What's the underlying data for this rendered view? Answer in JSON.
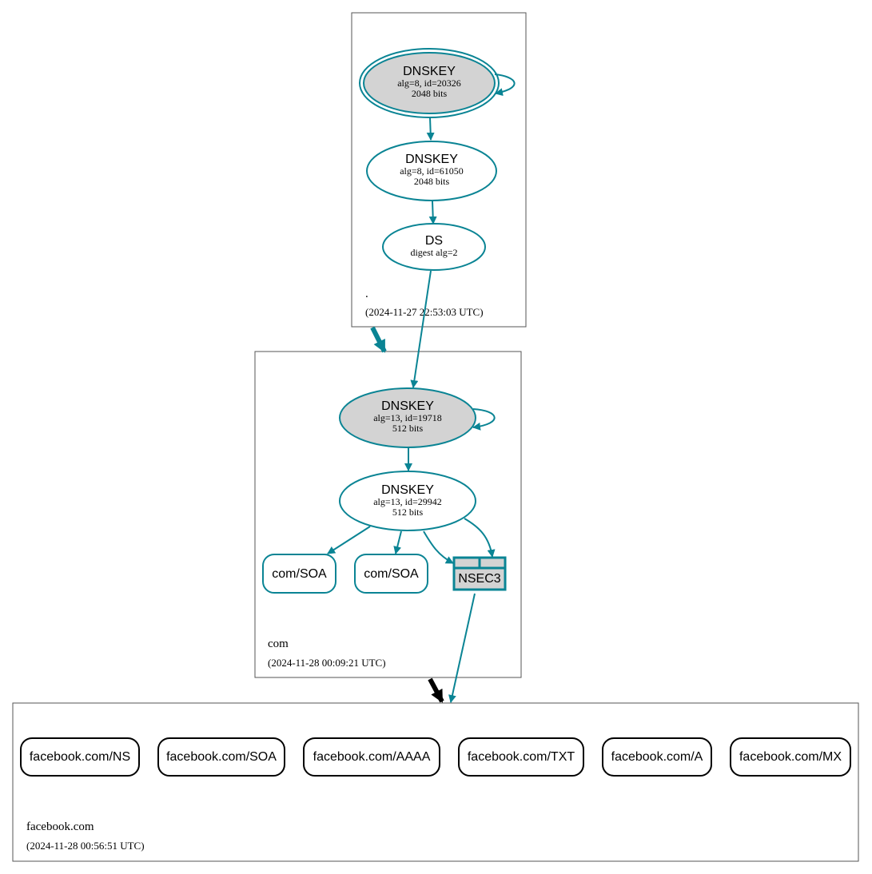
{
  "colors": {
    "teal": "#0a8494",
    "black": "#000000",
    "sep_fill": "#d3d3d3",
    "zone_border": "#555555"
  },
  "zones": {
    "root": {
      "name": ".",
      "timestamp": "(2024-11-27 22:53:03 UTC)"
    },
    "com": {
      "name": "com",
      "timestamp": "(2024-11-28 00:09:21 UTC)"
    },
    "facebook": {
      "name": "facebook.com",
      "timestamp": "(2024-11-28 00:56:51 UTC)"
    }
  },
  "nodes": {
    "root_ksk": {
      "title": "DNSKEY",
      "line1": "alg=8, id=20326",
      "line2": "2048 bits"
    },
    "root_zsk": {
      "title": "DNSKEY",
      "line1": "alg=8, id=61050",
      "line2": "2048 bits"
    },
    "com_ds": {
      "title": "DS",
      "line1": "digest alg=2"
    },
    "com_ksk": {
      "title": "DNSKEY",
      "line1": "alg=13, id=19718",
      "line2": "512 bits"
    },
    "com_zsk": {
      "title": "DNSKEY",
      "line1": "alg=13, id=29942",
      "line2": "512 bits"
    },
    "com_soa_1": {
      "label": "com/SOA"
    },
    "com_soa_2": {
      "label": "com/SOA"
    },
    "nsec3": {
      "label": "NSEC3"
    }
  },
  "facebook_records": [
    "facebook.com/NS",
    "facebook.com/SOA",
    "facebook.com/AAAA",
    "facebook.com/TXT",
    "facebook.com/A",
    "facebook.com/MX"
  ]
}
